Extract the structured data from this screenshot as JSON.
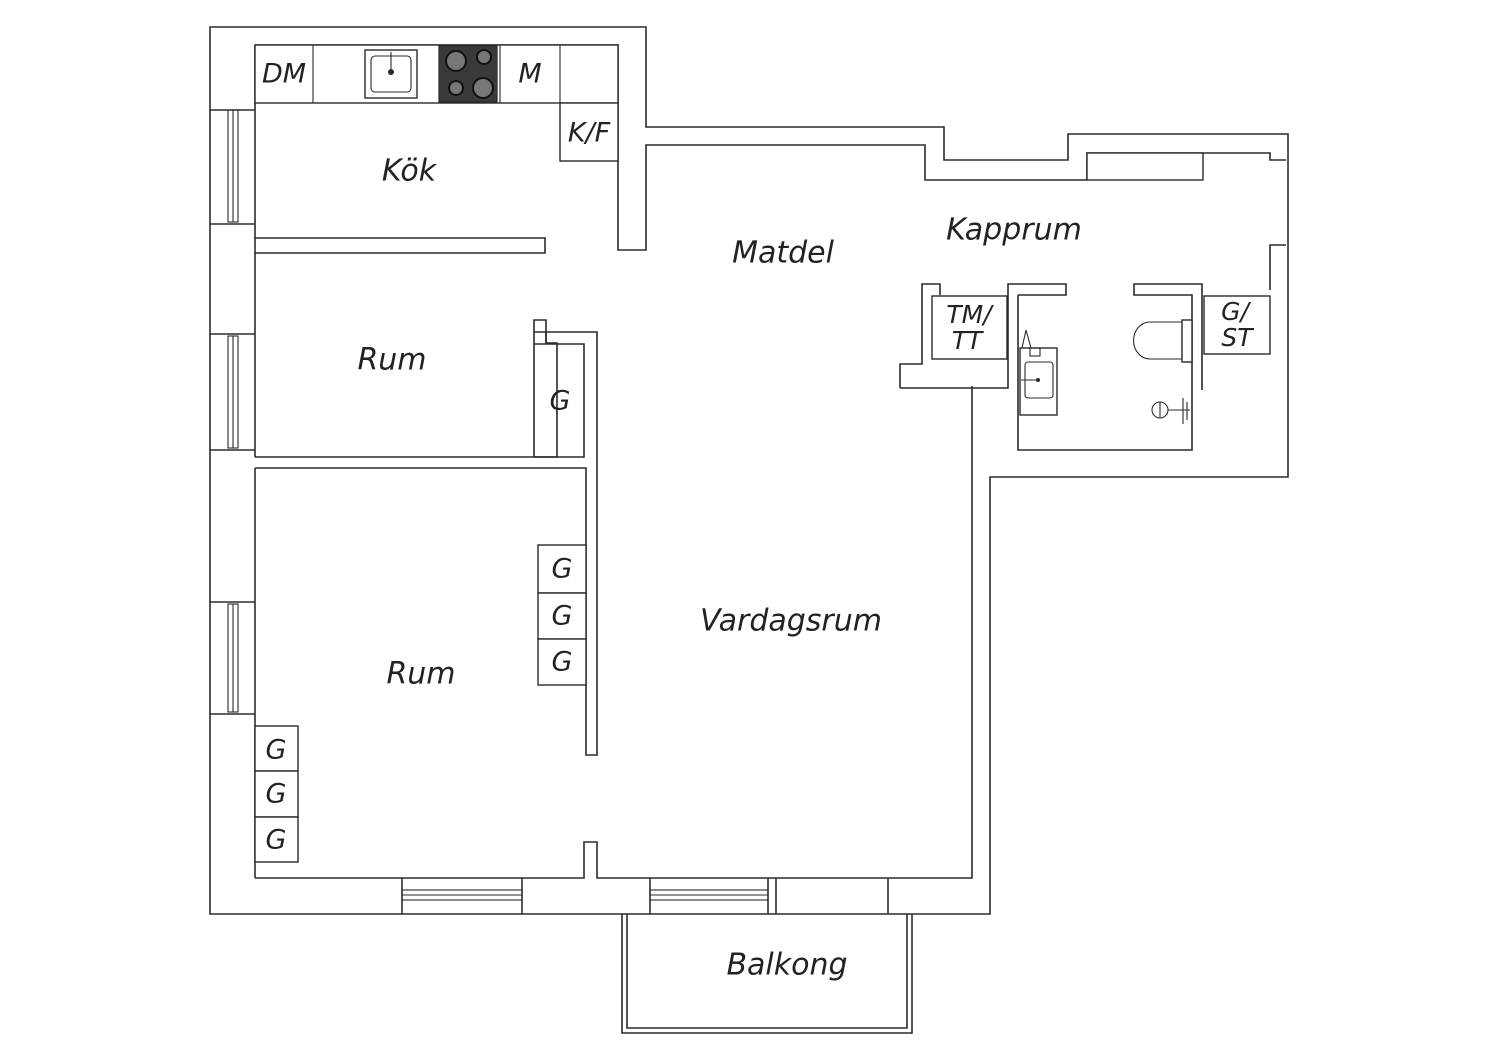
{
  "rooms": {
    "kok": "Kök",
    "matdel": "Matdel",
    "kapprum": "Kapprum",
    "rum_upper": "Rum",
    "rum_lower": "Rum",
    "vardagsrum": "Vardagsrum",
    "balkong": "Balkong"
  },
  "fixtures": {
    "dishwasher": "DM",
    "microwave": "M",
    "fridge_freezer": "K/F",
    "wardrobe_upper": "G",
    "wardrobe_mid_1": "G",
    "wardrobe_mid_2": "G",
    "wardrobe_mid_3": "G",
    "wardrobe_low_1": "G",
    "wardrobe_low_2": "G",
    "wardrobe_low_3": "G",
    "washer_line1": "TM/",
    "washer_line2": "TT",
    "closet_line1": "G/",
    "closet_line2": "ST"
  },
  "icons": {
    "sink": "kitchen-sink-icon",
    "stove": "stove-icon",
    "basin": "washbasin-icon",
    "toilet": "toilet-icon",
    "shower": "shower-icon"
  },
  "colors": {
    "wall": "#2b2b2b",
    "background": "#ffffff",
    "stove": "#3a3a3a"
  }
}
